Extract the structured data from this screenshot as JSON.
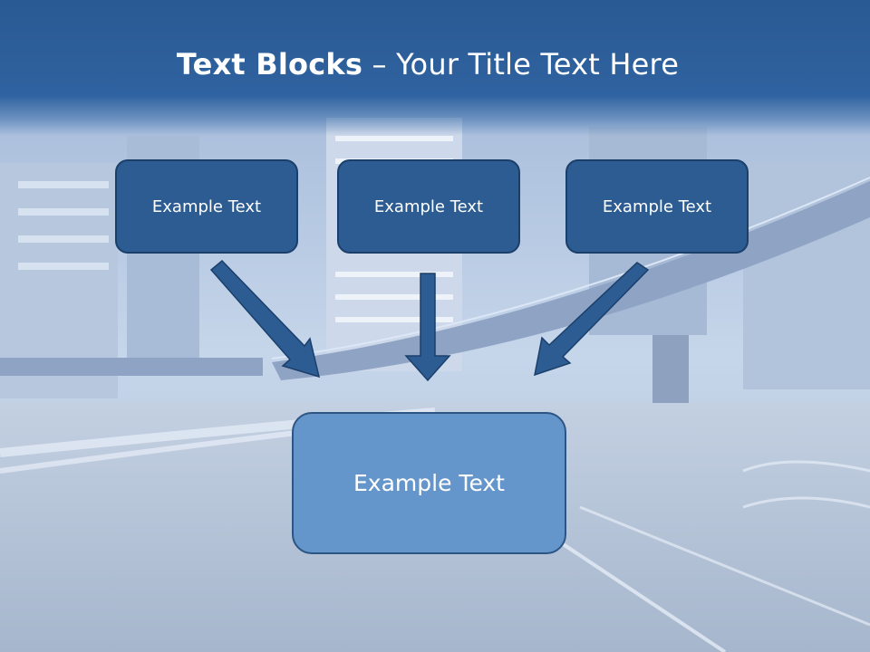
{
  "slide": {
    "title_bold": "Text Blocks",
    "title_dash": " – ",
    "title_rest": "Your Title Text Here"
  },
  "blocks": [
    {
      "label": "Example Text"
    },
    {
      "label": "Example Text"
    },
    {
      "label": "Example Text"
    }
  ],
  "target_block": {
    "label": "Example Text"
  },
  "colors": {
    "header": "#2f62a0",
    "small_box": "#2c5c92",
    "big_box": "#6496cb",
    "arrow": "#2c5c92",
    "border": "#1b3f6b"
  }
}
